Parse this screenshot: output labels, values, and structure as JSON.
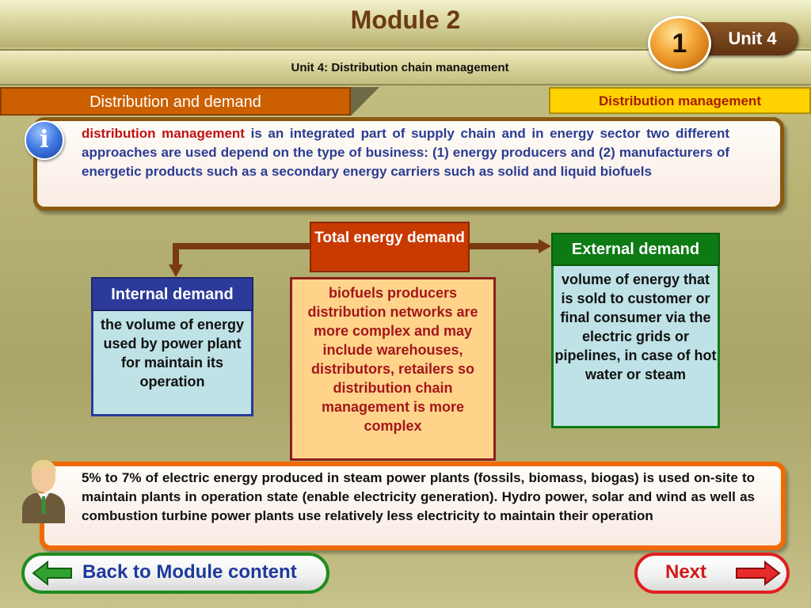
{
  "header": {
    "title": "Module 2",
    "subtitle": "Unit 4: Distribution chain management",
    "unit_number": "1",
    "unit_label": "Unit 4"
  },
  "tabs": {
    "left": "Distribution and demand",
    "right": "Distribution management"
  },
  "info": {
    "icon_glyph": "i",
    "highlight": "distribution management",
    "text": " is an integrated part of supply chain and in energy sector two different approaches are used depend on the type of business: (1) energy producers and (2) manufacturers of energetic products such as a secondary energy carriers such as solid and liquid biofuels"
  },
  "diagram": {
    "total": "Total energy demand",
    "internal_title": "Internal demand",
    "internal_text": "the volume of energy used by power plant for maintain its operation",
    "center_text": "biofuels producers distribution networks are more complex and may include warehouses, distributors, retailers so distribution chain management is more complex",
    "external_title": "External demand",
    "external_text": "volume of energy that is sold to customer or final consumer via the electric grids or pipelines, in case of hot water or steam"
  },
  "note": {
    "text": "5% to 7% of electric energy produced in steam power plants (fossils, biomass, biogas) is used on-site to maintain plants in operation state (enable electricity generation). Hydro power, solar and wind as well as combustion turbine power plants use relatively less electricity to maintain their operation"
  },
  "nav": {
    "back_label": "Back to Module content",
    "next_label": "Next"
  },
  "icons": {
    "info": "info-icon",
    "avatar": "person-icon",
    "back_arrow": "arrow-left-icon",
    "next_arrow": "arrow-right-icon"
  },
  "colors": {
    "title": "#6b3a12",
    "tab_left": "#cc5f00",
    "tab_right": "#ffd200",
    "total": "#c93a00",
    "internal": "#2c3a99",
    "external": "#0e7a14",
    "center_border": "#8c1e1e",
    "note_border": "#ef6a00",
    "back_border": "#1e8c1e",
    "next_border": "#e02020"
  }
}
